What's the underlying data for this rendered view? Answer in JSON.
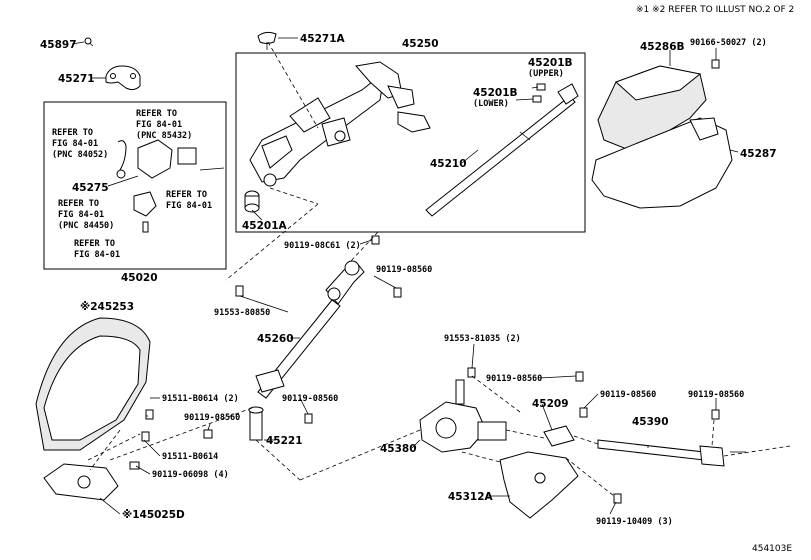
{
  "header_note": "※1 ※2  REFER TO ILLUST NO.2 OF 2",
  "illustration_id": "454103E",
  "parts": [
    "45897",
    "45271",
    "45271A",
    "45250",
    "45201B",
    "(UPPER)",
    "45201B",
    "(LOWER)",
    "45210",
    "45201A",
    "90119-08C61 (2)",
    "45286B",
    "90166-50027 (2)",
    "45287",
    "45275",
    "45020",
    "90119-08560",
    "91553-80850",
    "45260",
    "※245253",
    "91511-B0614 (2)",
    "91511-B0614",
    "90119-06098 (4)",
    "※145025D",
    "90119-08560",
    "45221",
    "90119-08560",
    "91553-81035 (2)",
    "45380",
    "90119-08560",
    "90119-08560",
    "45209",
    "90119-08560",
    "45390",
    "45312A",
    "90119-10409 (3)"
  ],
  "refer_notes": [
    [
      "REFER TO",
      "FIG 84-01",
      "(PNC 84052)"
    ],
    [
      "REFER TO",
      "FIG 84-01",
      "(PNC 85432)"
    ],
    [
      "REFER TO",
      "FIG 84-01"
    ],
    [
      "REFER TO",
      "FIG 84-01",
      "(PNC 84450)"
    ],
    [
      "REFER TO",
      "FIG 84-01"
    ]
  ]
}
